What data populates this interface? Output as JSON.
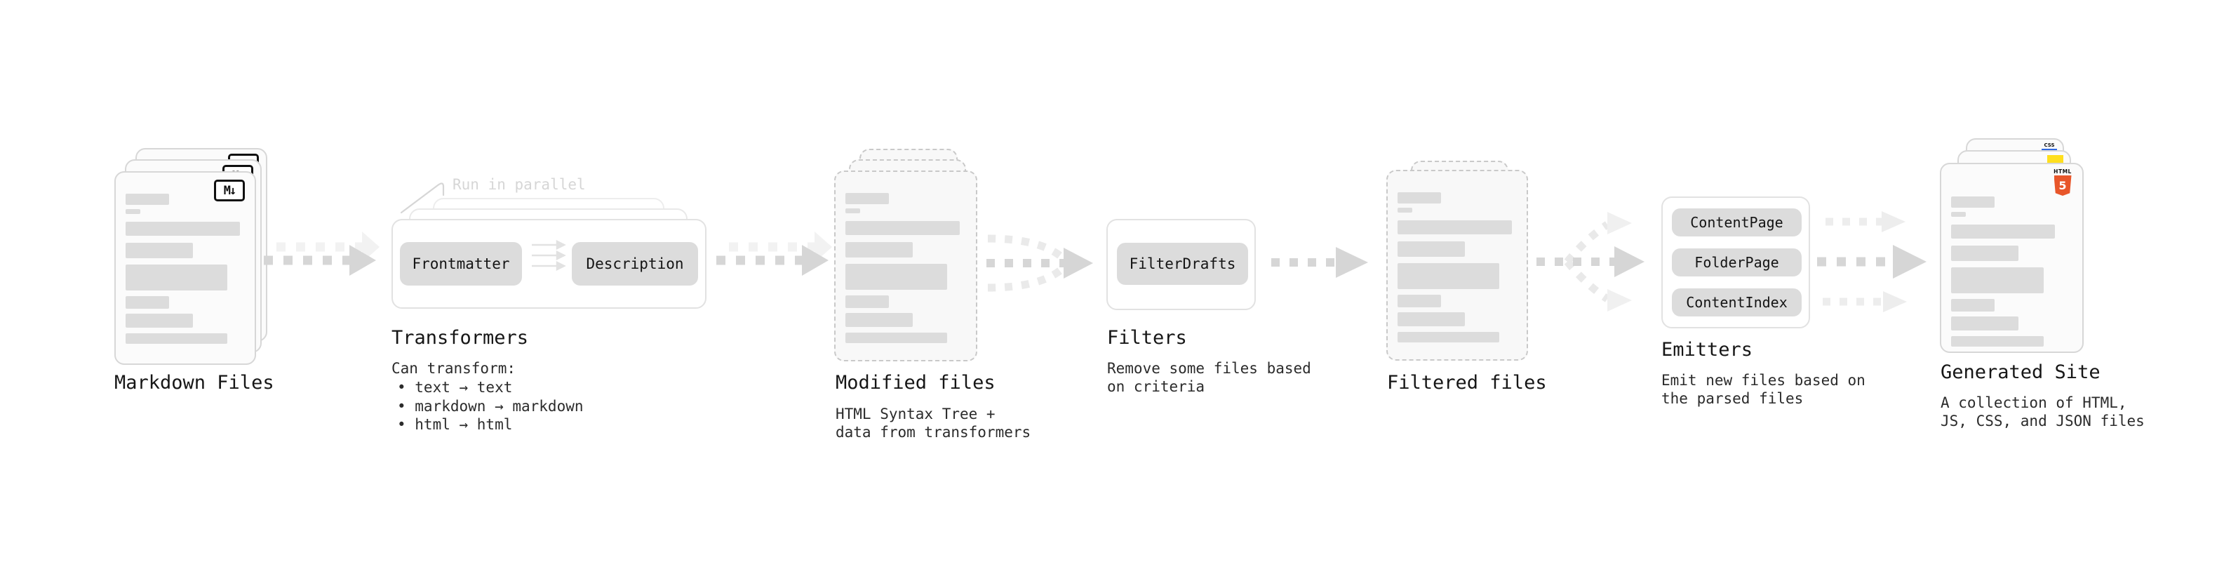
{
  "stages": {
    "markdown_files": {
      "label": "Markdown Files"
    },
    "transformers": {
      "label": "Transformers",
      "callout": "Run in parallel",
      "pills": [
        "Frontmatter",
        "Description"
      ],
      "desc_heading": "Can transform:",
      "bullets": [
        "• text → text",
        "• markdown → markdown",
        "• html → html"
      ]
    },
    "modified_files": {
      "label": "Modified files",
      "sub": "HTML Syntax Tree +\ndata from transformers"
    },
    "filters": {
      "label": "Filters",
      "pill": "FilterDrafts",
      "sub": "Remove some files based\non criteria"
    },
    "filtered_files": {
      "label": "Filtered files"
    },
    "emitters": {
      "label": "Emitters",
      "pills": [
        "ContentPage",
        "FolderPage",
        "ContentIndex"
      ],
      "sub": "Emit new files based on\nthe parsed files"
    },
    "generated_site": {
      "label": "Generated Site",
      "sub": "A collection of HTML,\nJS, CSS, and JSON files"
    }
  },
  "badges": {
    "markdown": "M↓",
    "css_label": "CSS",
    "html_label": "HTML",
    "html5_number": "5"
  },
  "colors": {
    "html5_orange": "#e8562a",
    "js_yellow": "#ffdf1e",
    "css_blue": "#3068e0",
    "arrow_gray": "#d6d6d6",
    "arrow_light": "#efefef"
  }
}
